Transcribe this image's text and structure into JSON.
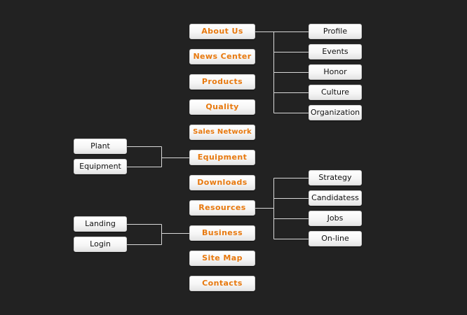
{
  "menu": {
    "main_items": [
      {
        "label": "About Us"
      },
      {
        "label": "News Center"
      },
      {
        "label": "Products"
      },
      {
        "label": "Quality"
      },
      {
        "label": "Sales Network"
      },
      {
        "label": "Equipment"
      },
      {
        "label": "Downloads"
      },
      {
        "label": "Resources"
      },
      {
        "label": "Business"
      },
      {
        "label": "Site Map"
      },
      {
        "label": "Contacts"
      }
    ],
    "about_us_children": [
      {
        "label": "Profile"
      },
      {
        "label": "Events"
      },
      {
        "label": "Honor"
      },
      {
        "label": "Culture"
      },
      {
        "label": "Organization"
      }
    ],
    "equipment_children": [
      {
        "label": "Plant"
      },
      {
        "label": "Equipment"
      }
    ],
    "resources_children": [
      {
        "label": "Strategy"
      },
      {
        "label": "Candidatess"
      },
      {
        "label": "Jobs"
      },
      {
        "label": "On-line"
      }
    ],
    "business_children": [
      {
        "label": "Landing"
      },
      {
        "label": "Login"
      }
    ]
  },
  "colors": {
    "background": "#222222",
    "main_text": "#e8790e",
    "sub_text": "#111111",
    "connector": "#d8d8d8"
  }
}
